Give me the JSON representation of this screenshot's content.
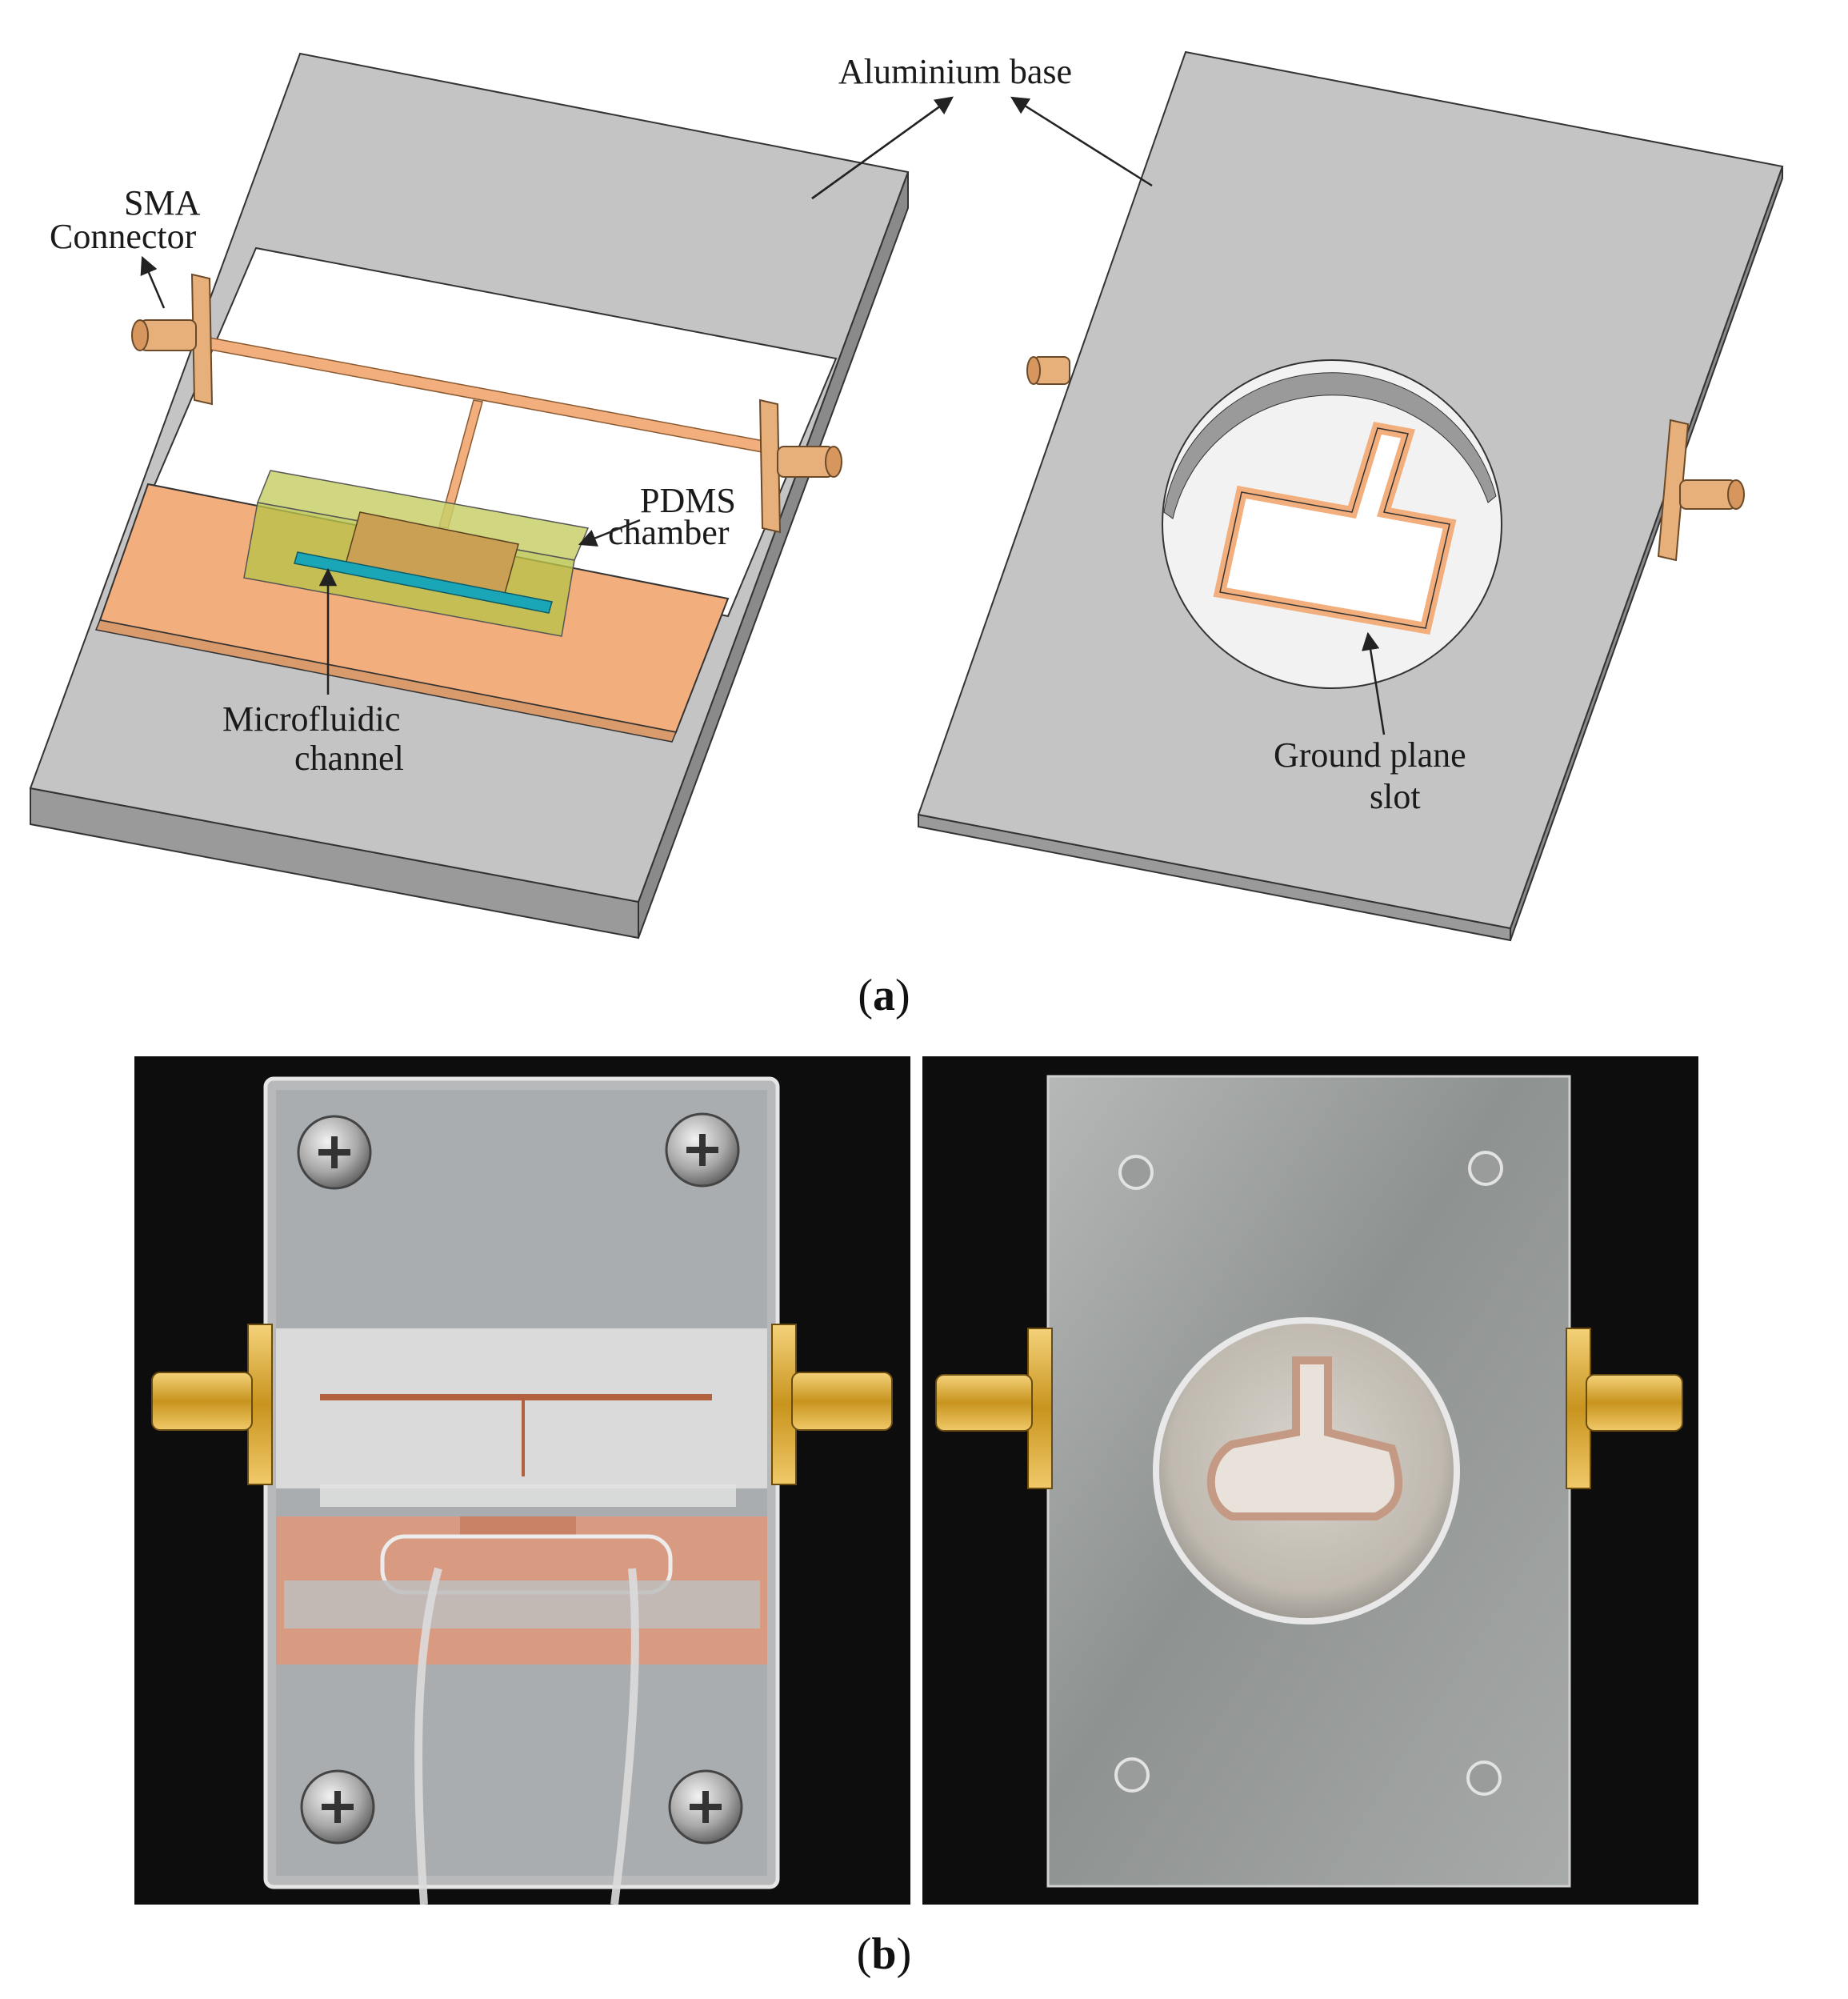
{
  "panel_a": {
    "caption_open": "(",
    "caption_letter": "a",
    "caption_close": ")",
    "labels": {
      "aluminium_base": "Aluminium base",
      "sma_line1": "SMA",
      "sma_line2": "Connector",
      "pdms_line1": "PDMS",
      "pdms_line2": "chamber",
      "micro_line1": "Microfluidic",
      "micro_line2": "channel",
      "ground_line1": "Ground plane",
      "ground_line2": "slot"
    }
  },
  "panel_b": {
    "caption_open": "(",
    "caption_letter": "b",
    "caption_close": ")"
  },
  "colors": {
    "aluminium": "#c4c4c4",
    "aluminium_side": "#9a9a9a",
    "copper": "#f2ae7c",
    "brass": "#e7b07a",
    "pdms": "#b9c24a",
    "channel": "#1aa6b7",
    "photo_bg": "#0d0d0d",
    "gold": "#d4a838"
  }
}
